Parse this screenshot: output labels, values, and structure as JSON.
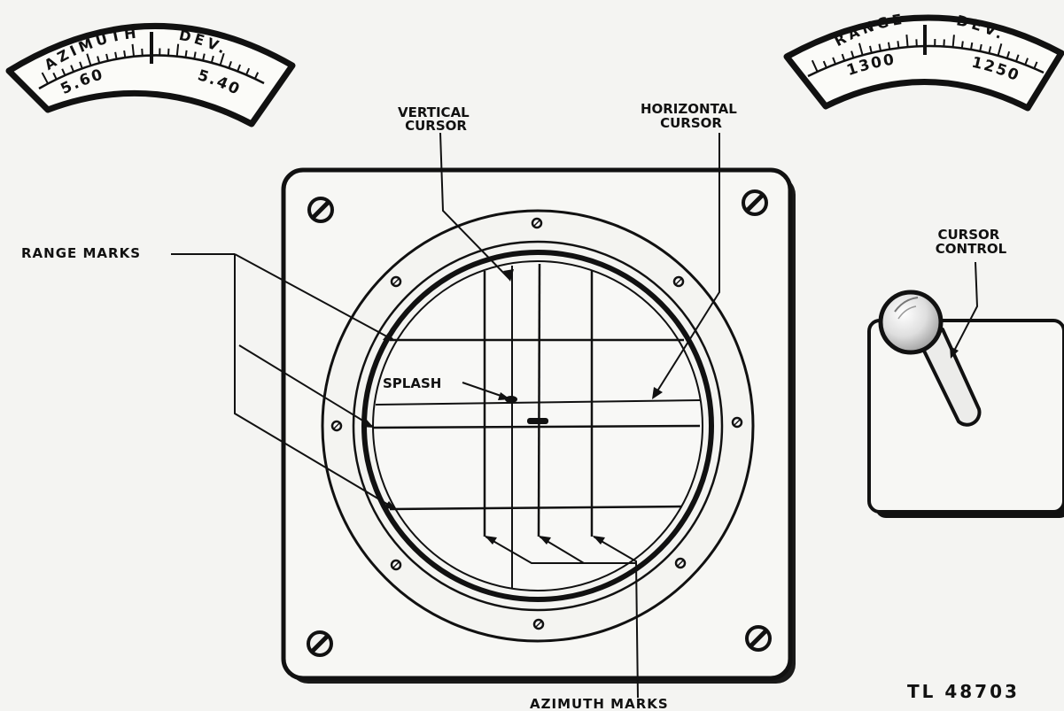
{
  "labels": {
    "vertical_cursor": [
      "VERTICAL",
      "CURSOR"
    ],
    "horizontal_cursor": [
      "HORIZONTAL",
      "CURSOR"
    ],
    "range_marks": "RANGE MARKS",
    "cursor_control": [
      "CURSOR",
      "CONTROL"
    ],
    "splash": "SPLASH",
    "azimuth_marks": "AZIMUTH MARKS",
    "figure_id": "TL 48703"
  },
  "dials": {
    "azimuth": {
      "left_word": "AZIMUTH",
      "right_word": "DEV.",
      "left_value": "5.60",
      "right_value": "5.40"
    },
    "range": {
      "left_word": "RANGE",
      "right_word": "DEV.",
      "left_value": "1300",
      "right_value": "1250"
    }
  }
}
